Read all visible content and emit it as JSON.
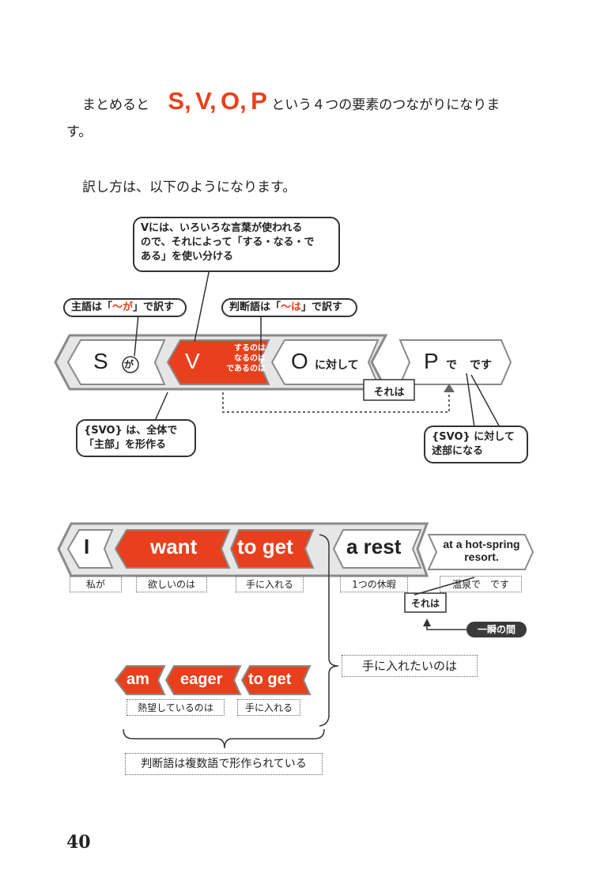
{
  "intro": {
    "prefix": "まとめると",
    "s": "S,",
    "v": "V,",
    "o": "O,",
    "p": "P",
    "suffix": "という４つの要素のつながりになりま",
    "line2": "す。"
  },
  "translation_intro": "訳し方は、以下のようになります。",
  "diagram1": {
    "callout_v": [
      "Vには、いろいろな言葉が使われる",
      "ので、それによって「する・なる・で",
      "ある」を使い分ける"
    ],
    "callout_subject_pre": "主語は「",
    "callout_subject_red": "〜が",
    "callout_subject_post": "」で訳す",
    "callout_judge_pre": "判断語は「",
    "callout_judge_red": "〜は",
    "callout_judge_post": "」で訳す",
    "s_letter": "S",
    "ga": "が",
    "v_letter": "V",
    "v_forms": [
      "するのは",
      "なるのは",
      "であるのは"
    ],
    "o_letter": "O",
    "o_suffix": "に対して",
    "p_letter": "P",
    "p_de": "で",
    "p_desu": "です",
    "sore_wa": "それは",
    "note_svo": [
      "{SVO} は、全体で",
      "「主部」を形作る"
    ],
    "note_pred": [
      "{SVO} に対して",
      "述部になる"
    ]
  },
  "diagram2": {
    "i": "I",
    "want": "want",
    "to_get": "to get",
    "a_rest": "a rest",
    "place": [
      "at a hot-spring",
      "resort."
    ],
    "gloss_i": "私が",
    "gloss_want": "欲しいのは",
    "gloss_to_get": "手に入れる",
    "gloss_rest": "1つの休暇",
    "gloss_place": "温泉で　です",
    "sore_wa": "それは",
    "moment": "一瞬の間",
    "brace_note": "手に入れたいのは",
    "am": "am",
    "eager": "eager",
    "to_get2": "to get",
    "gloss_eager": "熱望しているのは",
    "gloss_to_get2": "手に入れる",
    "bottom_note": "判断語は複数語で形作られている"
  },
  "page_number": "40",
  "colors": {
    "accent": "#e8401c",
    "gray": "#8a8a8a",
    "light_gray": "#e6e6e6",
    "dark": "#333333"
  }
}
